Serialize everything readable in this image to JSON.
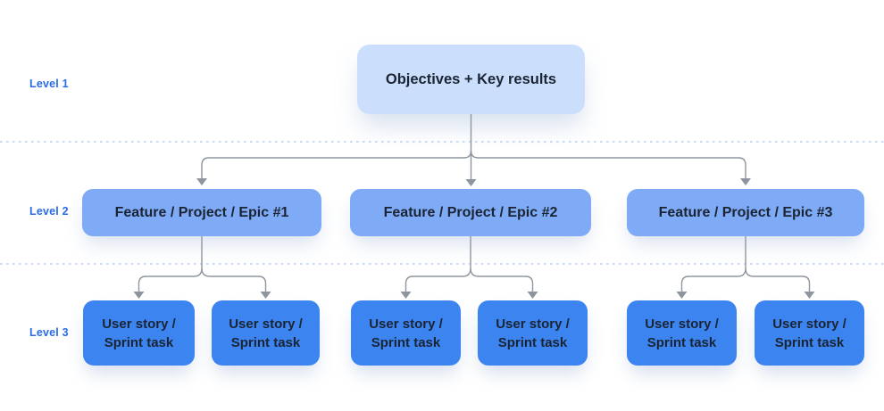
{
  "diagram": {
    "levels": [
      {
        "label": "Level 1",
        "nodes": [
          {
            "text": "Objectives + Key results"
          }
        ]
      },
      {
        "label": "Level 2",
        "nodes": [
          {
            "text": "Feature / Project / Epic #1"
          },
          {
            "text": "Feature / Project / Epic #2"
          },
          {
            "text": "Feature / Project / Epic #3"
          }
        ]
      },
      {
        "label": "Level 3",
        "nodes": [
          {
            "line1": "User story /",
            "line2": "Sprint task"
          },
          {
            "line1": "User story /",
            "line2": "Sprint task"
          },
          {
            "line1": "User story /",
            "line2": "Sprint task"
          },
          {
            "line1": "User story /",
            "line2": "Sprint task"
          },
          {
            "line1": "User story /",
            "line2": "Sprint task"
          },
          {
            "line1": "User story /",
            "line2": "Sprint task"
          }
        ]
      }
    ],
    "colors": {
      "background": "#ffffff",
      "level1_fill": "#cbdffc",
      "level2_fill": "#7fabf6",
      "level3_fill": "#3c85f1",
      "node_text": "#1a2433",
      "label_text": "#2a6be6",
      "connector": "#8e959e",
      "divider": "#c8daf5"
    }
  }
}
